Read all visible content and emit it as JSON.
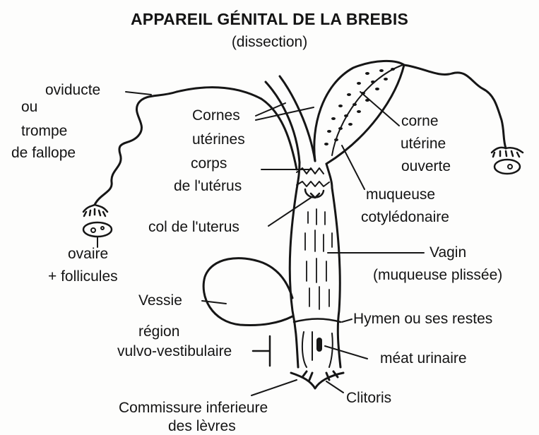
{
  "title": "APPAREIL GÉNITAL DE LA BREBIS",
  "subtitle": "(dissection)",
  "labels": {
    "oviducte_l1": "oviducte",
    "oviducte_l2": "ou",
    "oviducte_l3": "trompe",
    "oviducte_l4": "de fallope",
    "cornes_l1": "Cornes",
    "cornes_l2": "utérines",
    "corne_ouverte_l1": "corne",
    "corne_ouverte_l2": "utérine",
    "corne_ouverte_l3": "ouverte",
    "corps_l1": "corps",
    "corps_l2": "de l'utérus",
    "muqueuse_l1": "muqueuse",
    "muqueuse_l2": "cotylédonaire",
    "col": "col de l'uterus",
    "ovaire_l1": "ovaire",
    "ovaire_l2": "+ follicules",
    "vagin_l1": "Vagin",
    "vagin_l2": "(muqueuse plissée)",
    "vessie": "Vessie",
    "hymen": "Hymen ou ses restes",
    "region_l1": "région",
    "region_l2": "vulvo-vestibulaire",
    "meat": "méat urinaire",
    "clitoris": "Clitoris",
    "commissure_l1": "Commissure inferieure",
    "commissure_l2": "des lèvres"
  },
  "colors": {
    "ink": "#161616",
    "paper": "#fdfdfc"
  }
}
